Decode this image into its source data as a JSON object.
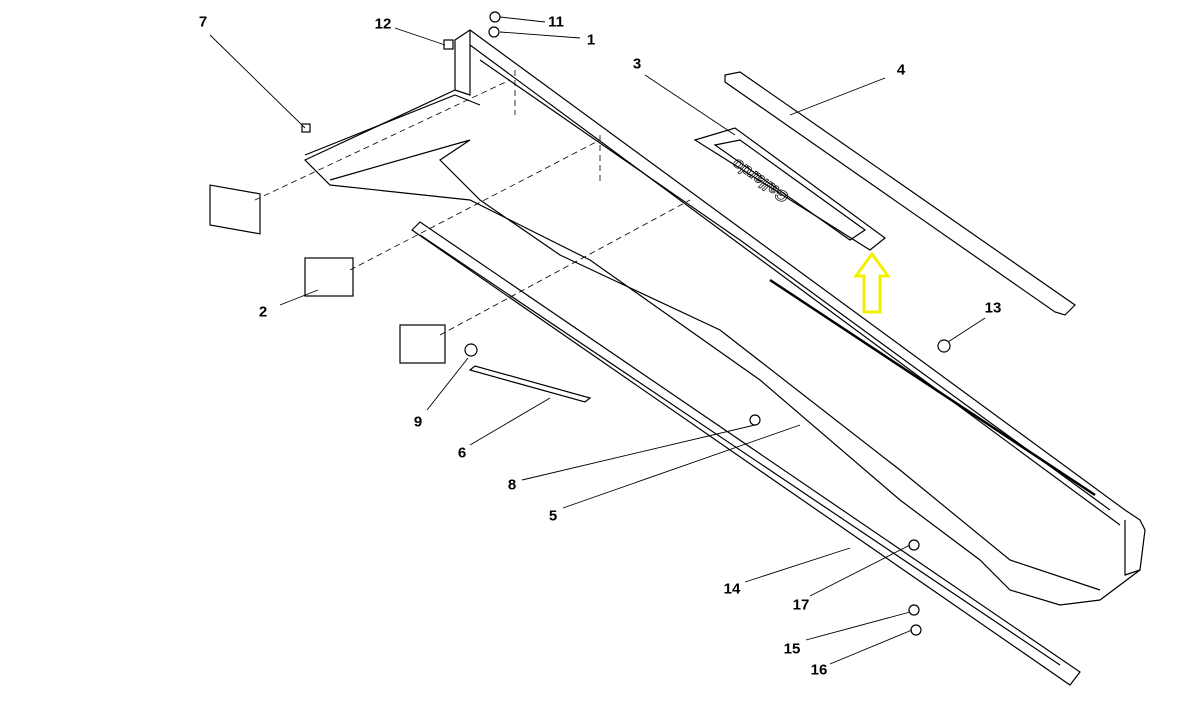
{
  "diagram": {
    "logo_text": "Gallardo",
    "highlight_color": "#f2f200",
    "callouts": [
      {
        "id": "7",
        "label": "7"
      },
      {
        "id": "12",
        "label": "12"
      },
      {
        "id": "11",
        "label": "11"
      },
      {
        "id": "1",
        "label": "1"
      },
      {
        "id": "3",
        "label": "3"
      },
      {
        "id": "4",
        "label": "4"
      },
      {
        "id": "2",
        "label": "2"
      },
      {
        "id": "13",
        "label": "13"
      },
      {
        "id": "9",
        "label": "9"
      },
      {
        "id": "6",
        "label": "6"
      },
      {
        "id": "8",
        "label": "8"
      },
      {
        "id": "5",
        "label": "5"
      },
      {
        "id": "14",
        "label": "14"
      },
      {
        "id": "17",
        "label": "17"
      },
      {
        "id": "15",
        "label": "15"
      },
      {
        "id": "16",
        "label": "16"
      }
    ]
  }
}
